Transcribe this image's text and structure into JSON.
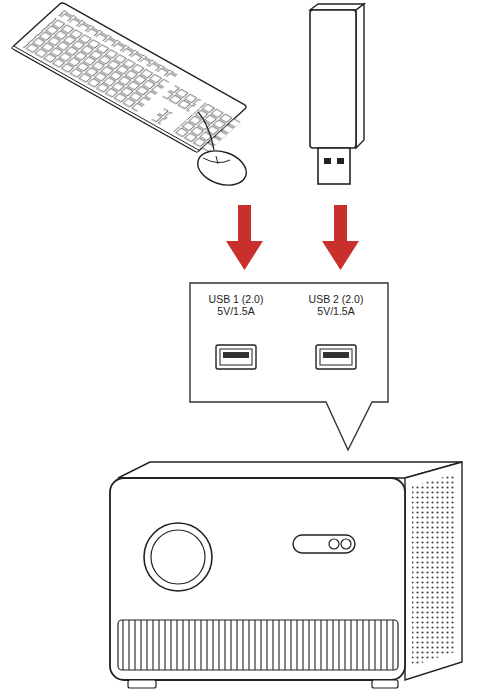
{
  "diagram": {
    "labels": [
      "USB 1 (2.0)",
      "5V/1.5A",
      "USB 2 (2.0)",
      "5V/1.5A"
    ]
  }
}
